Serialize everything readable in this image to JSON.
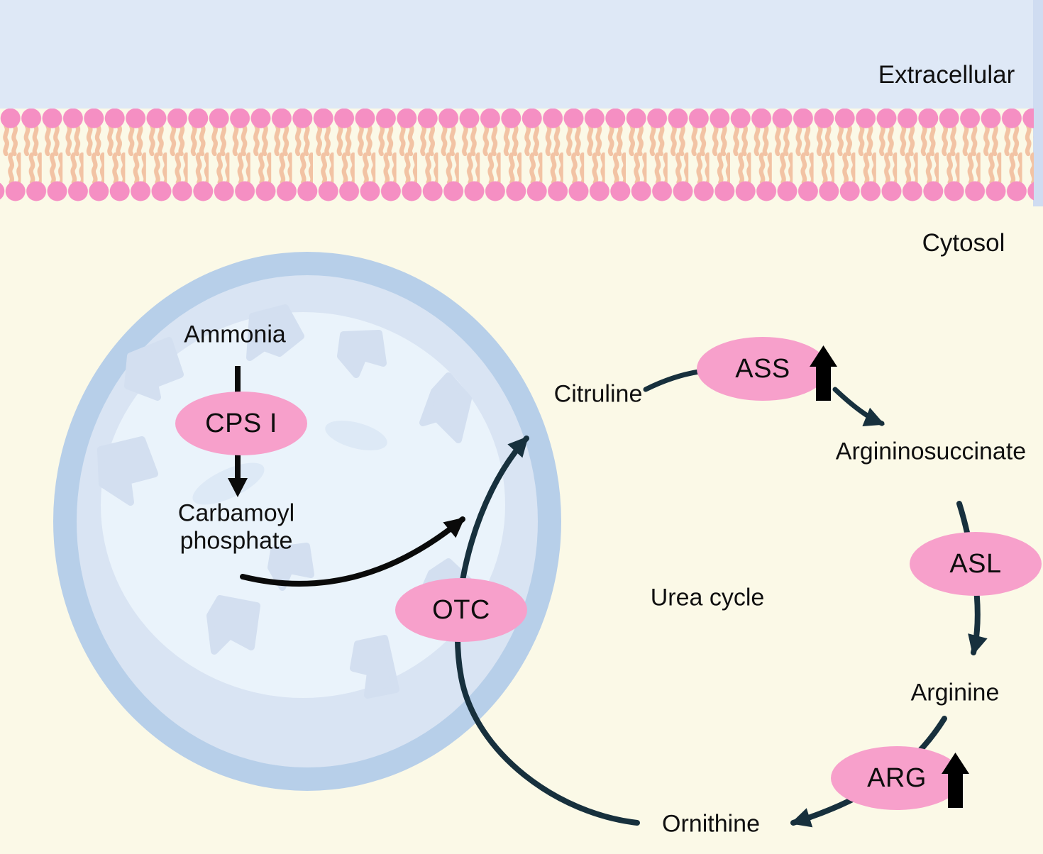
{
  "diagram_title": "Urea cycle",
  "regions": {
    "extracellular": "Extracellular",
    "cytosol": "Cytosol"
  },
  "metabolites": {
    "ammonia": "Ammonia",
    "carbamoyl_line1": "Carbamoyl",
    "carbamoyl_line2": "phosphate",
    "citruline": "Citruline",
    "argininosuccinate": "Argininosuccinate",
    "arginine": "Arginine",
    "ornithine": "Ornithine"
  },
  "enzymes": {
    "cps1": "CPS I",
    "otc": "OTC",
    "ass": "ASS",
    "asl": "ASL",
    "arg": "ARG"
  },
  "icons": {
    "ass_upregulation": "up-arrow",
    "arg_upregulation": "up-arrow"
  },
  "colors": {
    "extracellular_band": "#dee8f6",
    "cytosol_background": "#fbf9e7",
    "membrane_head_pink": "#f58fc3",
    "membrane_tail_peach": "#f2c3a4",
    "enzyme_pink": "#f7a0cb",
    "mitochondrion_outer": "#b7cfe9",
    "mitochondrion_inner": "#d9e4f3",
    "mitochondrion_matrix": "#eaf3fb",
    "mitochondrion_cristae": "#d3dff0",
    "arrow_black": "#0a0a0a",
    "arrow_navy": "#17303d"
  }
}
